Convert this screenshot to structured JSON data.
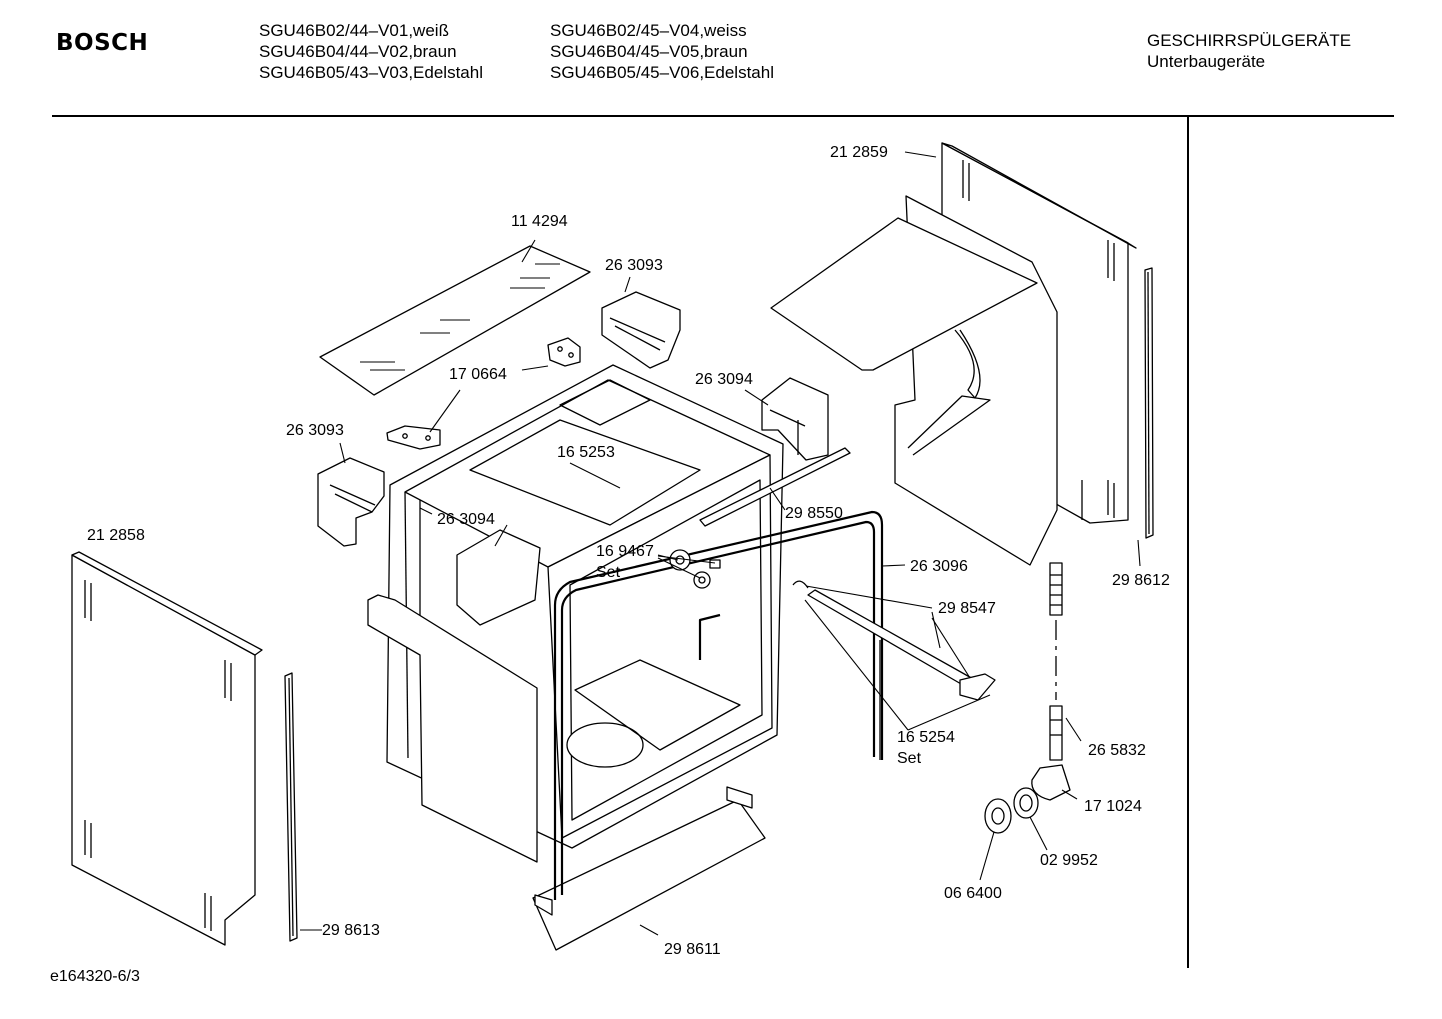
{
  "header": {
    "brand": "BOSCH",
    "models_left": [
      "SGU46B02/44–V01,weiß",
      "SGU46B04/44–V02,braun",
      "SGU46B05/43–V03,Edelstahl"
    ],
    "models_right": [
      "SGU46B02/45–V04,weiss",
      "SGU46B04/45–V05,braun",
      "SGU46B05/45–V06,Edelstahl"
    ],
    "category": "GESCHIRRSPÜLGERÄTE",
    "subcategory": "Unterbaugeräte"
  },
  "parts": [
    {
      "number": "21 2859"
    },
    {
      "number": "11 4294"
    },
    {
      "number": "26 3093"
    },
    {
      "number": "17 0664"
    },
    {
      "number": "26 3094"
    },
    {
      "number": "26 3093"
    },
    {
      "number": "16 5253"
    },
    {
      "number": "26 3094"
    },
    {
      "number": "29 8550"
    },
    {
      "number": "21 2858"
    },
    {
      "number": "16 9467",
      "note": "Set"
    },
    {
      "number": "26 3096"
    },
    {
      "number": "29 8547"
    },
    {
      "number": "29 8612"
    },
    {
      "number": "26 5832"
    },
    {
      "number": "16 5254",
      "note": "Set"
    },
    {
      "number": "17 1024"
    },
    {
      "number": "02 9952"
    },
    {
      "number": "06 6400"
    },
    {
      "number": "29 8613"
    },
    {
      "number": "29 8611"
    }
  ],
  "footer": {
    "doc_id": "e164320-6/3"
  }
}
